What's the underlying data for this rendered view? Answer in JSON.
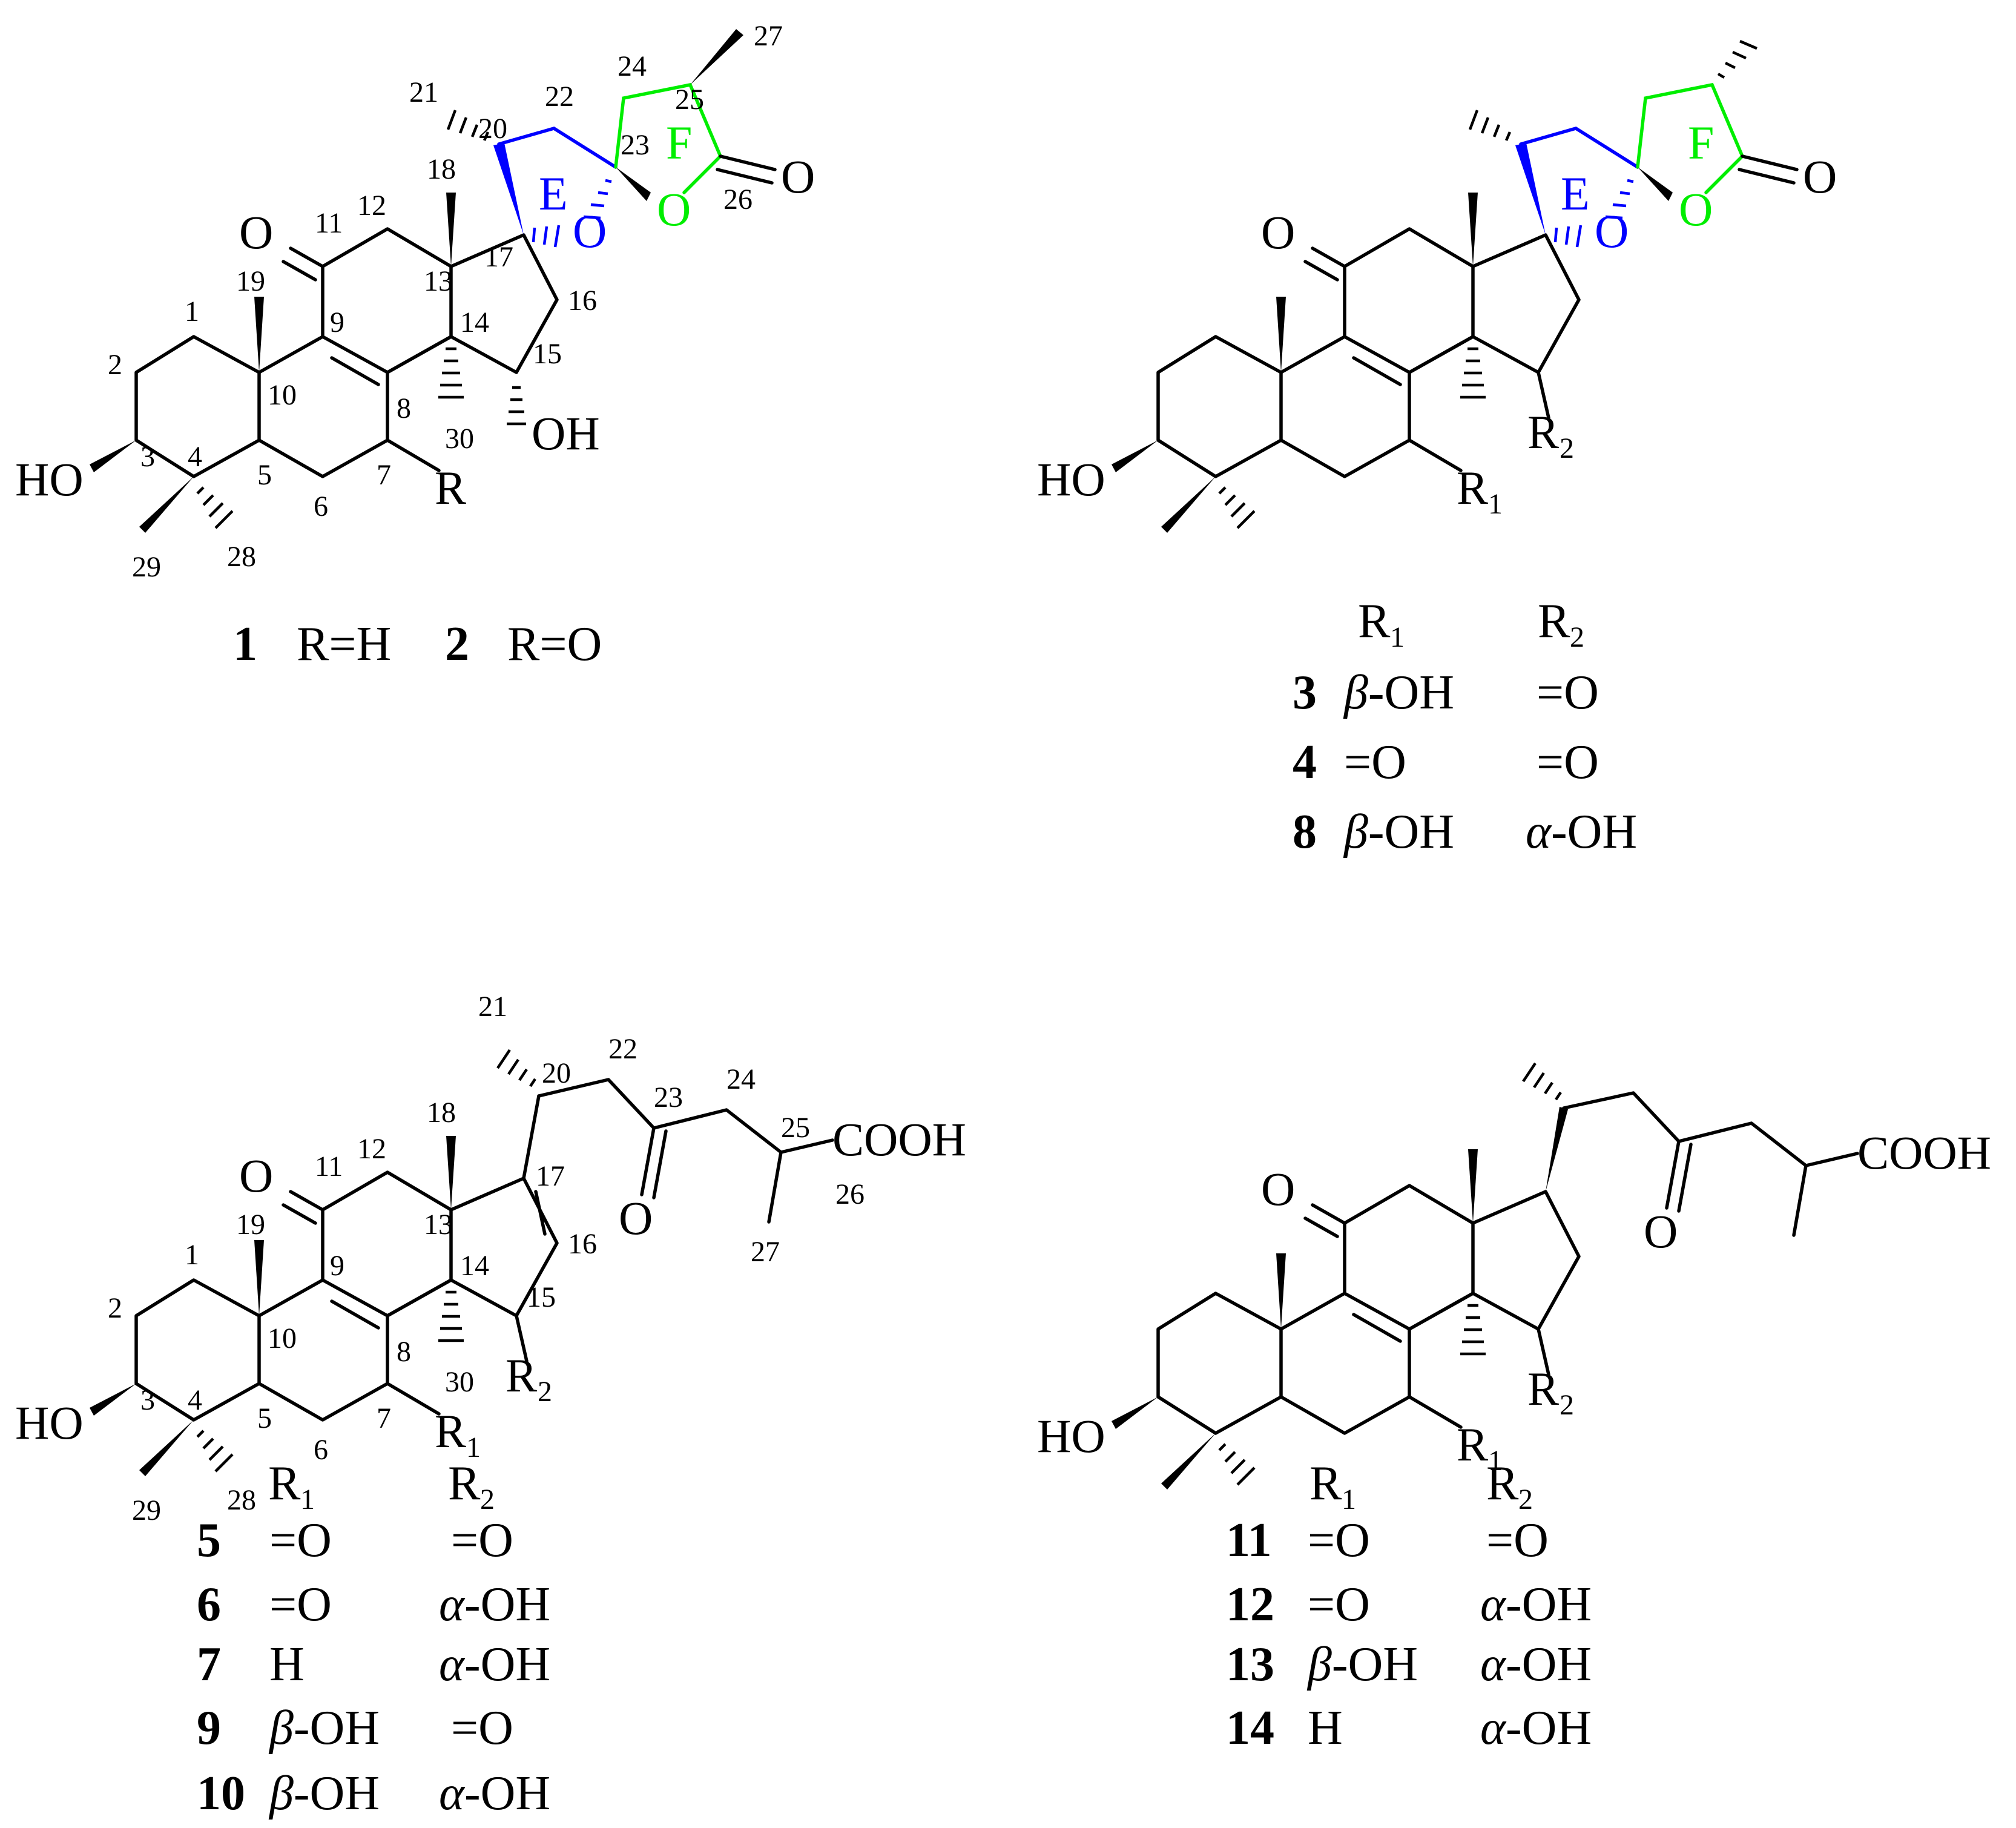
{
  "atoms": {
    "O": "O",
    "OH": "OH",
    "HO": "HO",
    "COOH": "COOH",
    "R": "R",
    "R1": "R1",
    "R2": "R2"
  },
  "rings": {
    "E": "E",
    "F": "F"
  },
  "locants": {
    "c1": "1",
    "c2": "2",
    "c3": "3",
    "c4": "4",
    "c5": "5",
    "c6": "6",
    "c7": "7",
    "c8": "8",
    "c9": "9",
    "c10": "10",
    "c11": "11",
    "c12": "12",
    "c13": "13",
    "c14": "14",
    "c15": "15",
    "c16": "16",
    "c17": "17",
    "c18": "18",
    "c19": "19",
    "c20": "20",
    "c21": "21",
    "c22": "22",
    "c23": "23",
    "c24": "24",
    "c25": "25",
    "c26": "26",
    "c27": "27",
    "c28": "28",
    "c29": "29",
    "c30": "30"
  },
  "caption_a": {
    "cmpd1": "1",
    "sub1": "R=H",
    "cmpd2": "2",
    "sub2": "R=O"
  },
  "table_b": {
    "header": {
      "r1": "R",
      "r1_sub": "1",
      "r2": "R",
      "r2_sub": "2"
    },
    "rows": [
      {
        "id": "3",
        "r1_prefix": "β",
        "r1_text": "-OH",
        "r2_prefix": "",
        "r2_text": "=O"
      },
      {
        "id": "4",
        "r1_prefix": "",
        "r1_text": "=O",
        "r2_prefix": "",
        "r2_text": "=O"
      },
      {
        "id": "8",
        "r1_prefix": "β",
        "r1_text": "-OH",
        "r2_prefix": "α",
        "r2_text": "-OH"
      }
    ]
  },
  "table_c": {
    "header": {
      "r1": "R",
      "r1_sub": "1",
      "r2": "R",
      "r2_sub": "2"
    },
    "rows": [
      {
        "id": "5",
        "r1_prefix": "",
        "r1_text": "=O",
        "r2_prefix": "",
        "r2_text": "=O"
      },
      {
        "id": "6",
        "r1_prefix": "",
        "r1_text": "=O",
        "r2_prefix": "α",
        "r2_text": "-OH"
      },
      {
        "id": "7",
        "r1_prefix": "",
        "r1_text": "H",
        "r2_prefix": "α",
        "r2_text": "-OH"
      },
      {
        "id": "9",
        "r1_prefix": "β",
        "r1_text": "-OH",
        "r2_prefix": "",
        "r2_text": "=O"
      },
      {
        "id": "10",
        "r1_prefix": "β",
        "r1_text": "-OH",
        "r2_prefix": "α",
        "r2_text": "-OH"
      }
    ]
  },
  "table_d": {
    "header": {
      "r1": "R",
      "r1_sub": "1",
      "r2": "R",
      "r2_sub": "2"
    },
    "rows": [
      {
        "id": "11",
        "r1_prefix": "",
        "r1_text": "=O",
        "r2_prefix": "",
        "r2_text": "=O"
      },
      {
        "id": "12",
        "r1_prefix": "",
        "r1_text": "=O",
        "r2_prefix": "α",
        "r2_text": "-OH"
      },
      {
        "id": "13",
        "r1_prefix": "β",
        "r1_text": "-OH",
        "r2_prefix": "α",
        "r2_text": "-OH"
      },
      {
        "id": "14",
        "r1_prefix": "",
        "r1_text": "H",
        "r2_prefix": "α",
        "r2_text": "-OH"
      }
    ]
  },
  "colors": {
    "ring_e": "#0000ff",
    "ring_f": "#00ee00",
    "bond": "#000000"
  }
}
